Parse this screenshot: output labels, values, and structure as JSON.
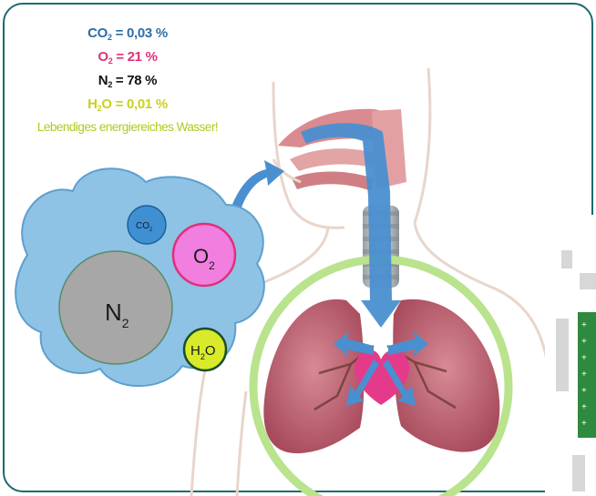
{
  "legend": {
    "co2": {
      "formula_main": "CO",
      "formula_sub": "2",
      "value": "= 0,03 %",
      "color": "#2b6ea6"
    },
    "o2": {
      "formula_main": "O",
      "formula_sub": "2",
      "value": "= 21 %",
      "color": "#e0307a"
    },
    "n2": {
      "formula_main": "N",
      "formula_sub": "2",
      "value": "= 78 %",
      "color": "#111111"
    },
    "h2o": {
      "formula_main": "H",
      "formula_sub": "2",
      "formula_tail": "O",
      "value": "= 0,01 %",
      "color": "#c9d21c"
    },
    "water_note": {
      "text": "Lebendiges energiereiches Wasser!",
      "color": "#b4c81e"
    }
  },
  "air_cloud": {
    "color": "#8ec3e6",
    "bubbles": {
      "n2": {
        "main": "N",
        "sub": "2",
        "fill": "#a7a7a7"
      },
      "o2": {
        "main": "O",
        "sub": "2",
        "fill": "#f07fe0"
      },
      "co2": {
        "main": "CO",
        "sub": "2",
        "fill": "#3f8fd3"
      },
      "h2o": {
        "main": "H",
        "sub": "2",
        "tail": "O",
        "fill": "#d8ea2a"
      }
    }
  },
  "colors": {
    "frame": "#1b6b6e",
    "lungs_ring": "#b9e38d",
    "airflow": "#4a8fd0",
    "lungs": "#b85a6a",
    "heart": "#e53a8a"
  }
}
